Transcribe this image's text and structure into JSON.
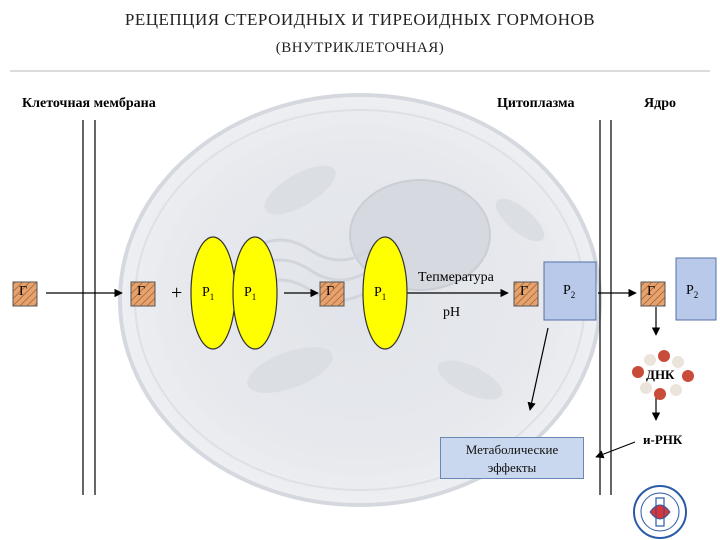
{
  "title": {
    "line1": "Рецепция стероидных и тиреоидных гормонов",
    "line2": "(внутриклеточная)"
  },
  "labels": {
    "membrane": "Клеточная мембрана",
    "cytoplasm": "Цитоплазма",
    "nucleus": "Ядро",
    "temperature": "Тепмература",
    "ph": "рН",
    "plus": "+",
    "dna": "ДНК",
    "mrna": "и-РНК",
    "metabolic": "Метаболические эффекты"
  },
  "symbols": {
    "hormone": "Г",
    "receptor1": "Р1",
    "receptor2": "Р2"
  },
  "colors": {
    "hormone_fill": "#e6a36e",
    "receptor1_fill": "#ffff00",
    "receptor2_fill": "#b8c9ea",
    "metabolic_fill": "#c9d8ee",
    "line": "#000000"
  }
}
